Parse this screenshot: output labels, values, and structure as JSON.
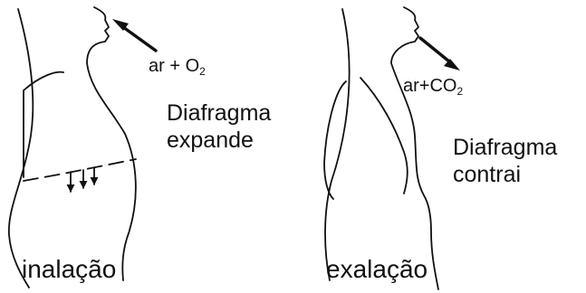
{
  "inhalation": {
    "gas_prefix": "ar + O",
    "gas_subscript": "2",
    "note_line1": "Diafragma",
    "note_line2": "expande",
    "caption": "inalação"
  },
  "exhalation": {
    "gas_prefix": "ar+CO",
    "gas_subscript": "2",
    "note_line1": "Diafragma",
    "note_line2": "contrai",
    "caption": "exalação"
  },
  "colors": {
    "stroke": "#111111",
    "background": "#ffffff"
  }
}
